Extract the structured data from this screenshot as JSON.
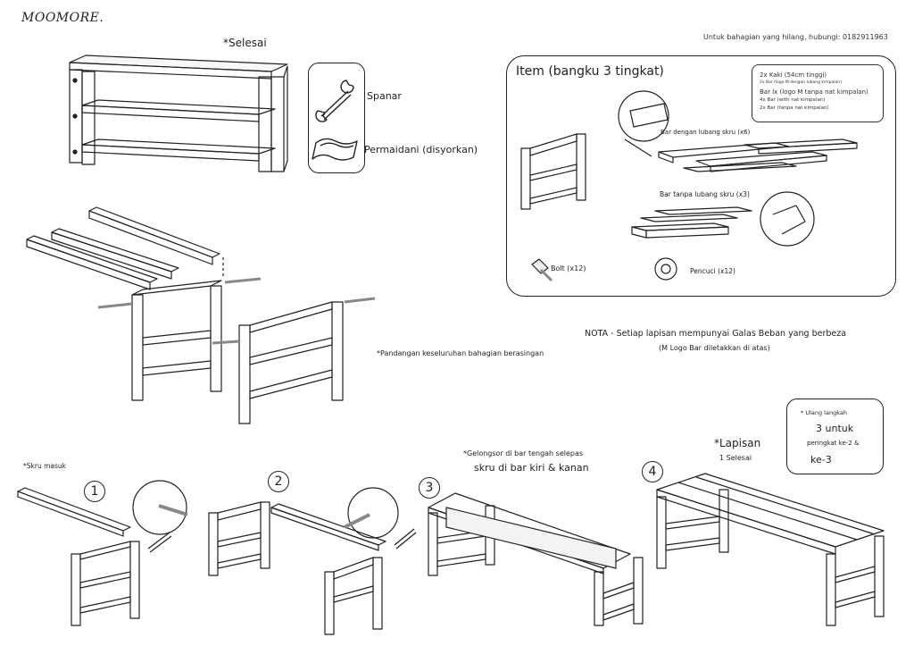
{
  "brand": {
    "logo": "MOOMORE."
  },
  "contact": "Untuk bahagian yang hilang, hubungi: 0182911963",
  "finished": {
    "label": "*Selesai"
  },
  "tools": {
    "wrench_label": "Spanar",
    "mat_label": "Permaidani (disyorkan)"
  },
  "items": {
    "title": "Item (bangku 3 tingkat)",
    "specs": {
      "line1": "2x Kaki (54cm tinggi)",
      "line1_sub": "2x Bar (logo M dengan lubang kimpalan)",
      "line2": "Bar lx (logo M tanpa nat kimpalan)",
      "line3": "4x Bar  (with nat kimpalan)",
      "line4": "2x Bar (tanpa nat kimpalan)"
    },
    "bars_with_holes": "Bar dengan lubang skru (x6)",
    "bars_without_holes": "Bar tanpa lubang skru (x3)",
    "bolt": "Bolt (x12)",
    "washer": "Pencuci (x12)"
  },
  "overview_note": "*Pandangan keseluruhan bahagian berasingan",
  "nota": {
    "line1": "NOTA - Setiap lapisan mempunyai Galas Beban yang berbeza",
    "line2": "(M Logo Bar diletakkan di atas)"
  },
  "repeat": {
    "label": "* Ulang langkah",
    "line1": "3 untuk",
    "line2": "peringkat ke-2 &",
    "line3": "ke-3"
  },
  "steps": {
    "screw_in": "*Skru masuk",
    "s1": "1",
    "s2": "2",
    "s3": "3",
    "s4": "4",
    "slide_note1": "*Gelongsor di bar tengah selepas",
    "slide_note2": "skru di bar kiri & kanan",
    "layer_title": "*Lapisan",
    "layer_sub": "1 Selesai"
  }
}
